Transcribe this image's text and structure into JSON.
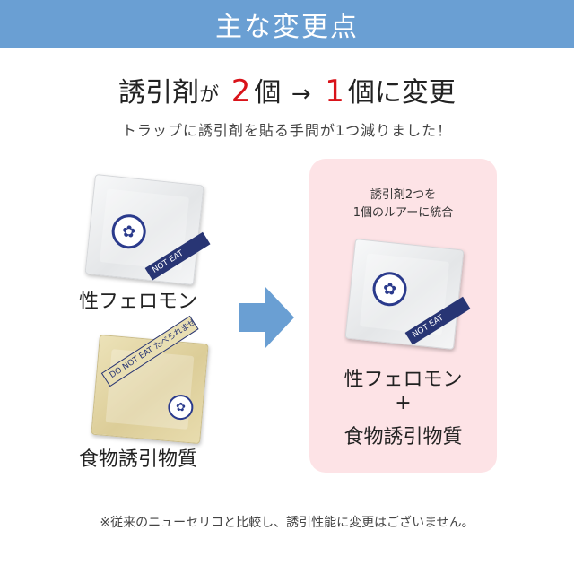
{
  "banner": {
    "title": "主な変更点"
  },
  "headline": {
    "part1": "誘引剤",
    "part2": "が",
    "count_before": "2",
    "unit1": "個",
    "arrow": "→",
    "count_after": "1",
    "unit2": "個",
    "part3": "に変更"
  },
  "subline": "トラップに誘引剤を貼る手間が1つ減りました！",
  "left": {
    "pheromone_label": "性フェロモン",
    "food_label": "食物誘引物質",
    "pheromone_packet_text": "NOT EAT",
    "food_packet_text": "DO NOT EAT たべられません"
  },
  "right": {
    "caption_line1": "誘引剤2つを",
    "caption_line2": "1個のルアーに統合",
    "label_line1": "性フェロモン",
    "plus": "+",
    "label_line2": "食物誘引物質",
    "packet_text": "NOT EAT"
  },
  "note": "※従来のニューセリコと比較し、誘引性能に変更はございません。",
  "colors": {
    "banner": "#6a9fd3",
    "accent_red": "#d9131a",
    "arrow": "#6a9fd3",
    "pink_panel": "#fde3e6"
  }
}
